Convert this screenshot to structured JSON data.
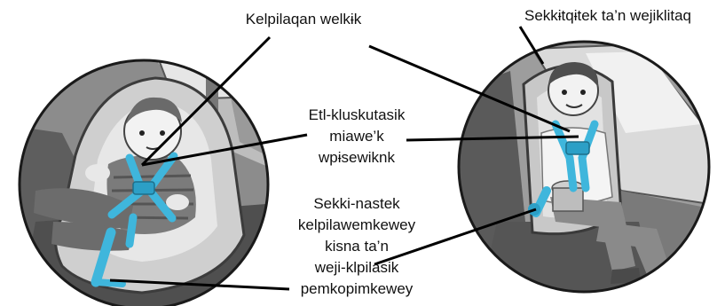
{
  "labels": {
    "harness_straps": "Kelpilaqan welkɨk",
    "seat_back": "Sekkɨtqɨtek ta’n wejiklitaq",
    "chest_clip": [
      "Etl-kluskutasik",
      "miawe’k",
      "wpɨsewiknk"
    ],
    "lower_anchors": [
      "Sekki-nastek",
      "kelpilawemkewey",
      "kisna ta’n",
      "weji-klpilasik",
      "pemkopimkewey"
    ]
  },
  "colors": {
    "harness": "#3fb6dc",
    "line": "#000000",
    "circle_edge": "#1a1a1a",
    "shade_dark": "#6e6e6e",
    "shade_mid": "#a9a9a9",
    "shade_light": "#d6d6d6"
  }
}
